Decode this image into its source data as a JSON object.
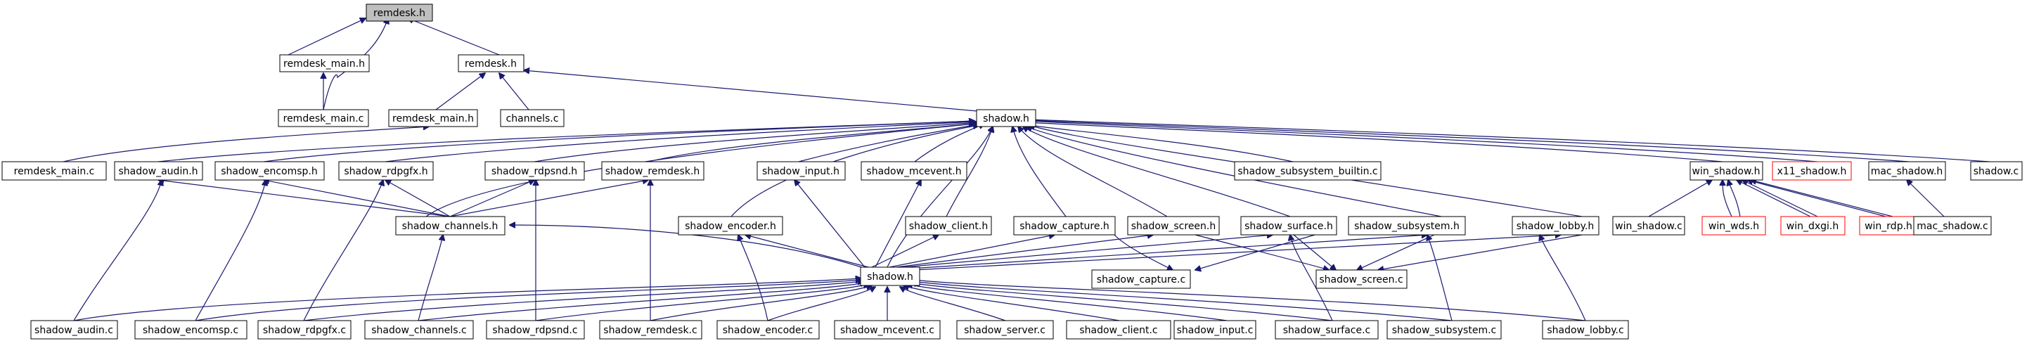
{
  "graph": {
    "title": "",
    "colors": {
      "edge": "#191970",
      "root_fill": "#bfbfbf",
      "border": "#000000",
      "missing_border": "#ff0000"
    },
    "nodes": [
      {
        "id": "n_root",
        "label": "remdesk.h"
      },
      {
        "id": "n_rmh",
        "label": "remdesk_main.h"
      },
      {
        "id": "n_rh2",
        "label": "remdesk.h"
      },
      {
        "id": "n_rmc_top",
        "label": "remdesk_main.c"
      },
      {
        "id": "n_rmh2",
        "label": "remdesk_main.h"
      },
      {
        "id": "n_channels",
        "label": "channels.c"
      },
      {
        "id": "n_shadowh",
        "label": "shadow.h"
      },
      {
        "id": "n_rmc2",
        "label": "remdesk_main.c"
      },
      {
        "id": "n_audinh",
        "label": "shadow_audin.h"
      },
      {
        "id": "n_encomsph",
        "label": "shadow_encomsp.h"
      },
      {
        "id": "n_rdpgfxh",
        "label": "shadow_rdpgfx.h"
      },
      {
        "id": "n_rdpsndh",
        "label": "shadow_rdpsnd.h"
      },
      {
        "id": "n_remdeskh",
        "label": "shadow_remdesk.h"
      },
      {
        "id": "n_inputh",
        "label": "shadow_input.h"
      },
      {
        "id": "n_mceventh",
        "label": "shadow_mcevent.h"
      },
      {
        "id": "n_builtin",
        "label": "shadow_subsystem_builtin.c"
      },
      {
        "id": "n_winshadowh",
        "label": "win_shadow.h"
      },
      {
        "id": "n_x11h",
        "label": "x11_shadow.h"
      },
      {
        "id": "n_macshadowh",
        "label": "mac_shadow.h"
      },
      {
        "id": "n_shadowc",
        "label": "shadow.c"
      },
      {
        "id": "n_channelsh",
        "label": "shadow_channels.h"
      },
      {
        "id": "n_encoderh",
        "label": "shadow_encoder.h"
      },
      {
        "id": "n_clienth",
        "label": "shadow_client.h"
      },
      {
        "id": "n_captureh",
        "label": "shadow_capture.h"
      },
      {
        "id": "n_screenh",
        "label": "shadow_screen.h"
      },
      {
        "id": "n_surfaceh",
        "label": "shadow_surface.h"
      },
      {
        "id": "n_subsystemh",
        "label": "shadow_subsystem.h"
      },
      {
        "id": "n_lobbyh",
        "label": "shadow_lobby.h"
      },
      {
        "id": "n_winshadowc",
        "label": "win_shadow.c"
      },
      {
        "id": "n_winwdsh",
        "label": "win_wds.h"
      },
      {
        "id": "n_windxgih",
        "label": "win_dxgi.h"
      },
      {
        "id": "n_winrdph",
        "label": "win_rdp.h"
      },
      {
        "id": "n_macshadowc",
        "label": "mac_shadow.c"
      },
      {
        "id": "n_shadowh2",
        "label": "shadow.h"
      },
      {
        "id": "n_capturec",
        "label": "shadow_capture.c"
      },
      {
        "id": "n_screenc",
        "label": "shadow_screen.c"
      },
      {
        "id": "n_audinc",
        "label": "shadow_audin.c"
      },
      {
        "id": "n_encomspc",
        "label": "shadow_encomsp.c"
      },
      {
        "id": "n_rdpgfxc",
        "label": "shadow_rdpgfx.c"
      },
      {
        "id": "n_channelsc",
        "label": "shadow_channels.c"
      },
      {
        "id": "n_rdpsndc",
        "label": "shadow_rdpsnd.c"
      },
      {
        "id": "n_remdeskc",
        "label": "shadow_remdesk.c"
      },
      {
        "id": "n_encoderc",
        "label": "shadow_encoder.c"
      },
      {
        "id": "n_mceventc",
        "label": "shadow_mcevent.c"
      },
      {
        "id": "n_serverc",
        "label": "shadow_server.c"
      },
      {
        "id": "n_clientc",
        "label": "shadow_client.c"
      },
      {
        "id": "n_inputc",
        "label": "shadow_input.c"
      },
      {
        "id": "n_surfacec",
        "label": "shadow_surface.c"
      },
      {
        "id": "n_subsystemc",
        "label": "shadow_subsystem.c"
      },
      {
        "id": "n_lobbyc",
        "label": "shadow_lobby.c"
      }
    ]
  }
}
